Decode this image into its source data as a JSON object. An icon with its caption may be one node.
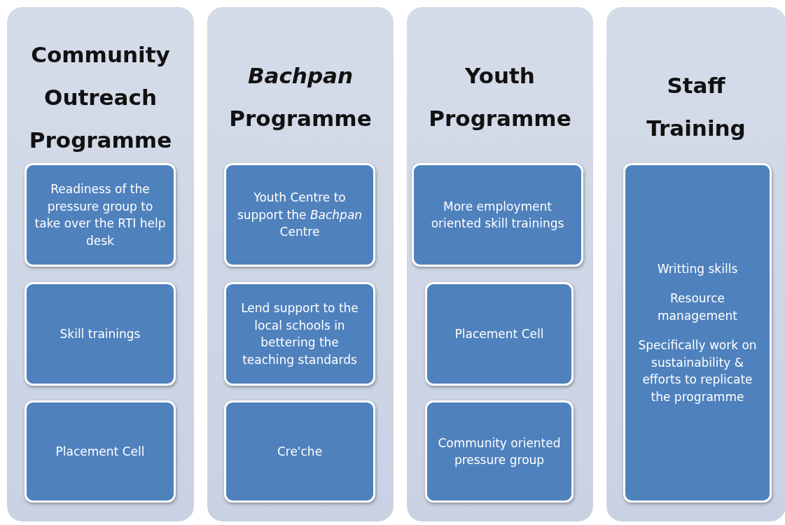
{
  "diagram": {
    "nodes": [
      {
        "text": [
          "Community Outreach Programme"
        ]
      },
      {
        "text": [
          "Readiness of the pressure group to take over the RTI help desk"
        ],
        "in": 0
      },
      {
        "text": [
          "Skill trainings"
        ],
        "in": 0
      },
      {
        "text": [
          "Placement Cell"
        ],
        "in": 0
      },
      {
        "text": [
          "*Bachpan* Programme"
        ]
      },
      {
        "text": [
          "Youth Centre to support the *Bachpan* Centre"
        ],
        "in": 4
      },
      {
        "text": [
          "Lend support to the local schools in bettering the teaching standards"
        ],
        "in": 4
      },
      {
        "text": [
          "Cre'che"
        ],
        "in": 4
      },
      {
        "text": [
          "Youth Programme"
        ]
      },
      {
        "text": [
          "More employment oriented skill trainings"
        ],
        "in": 8
      },
      {
        "text": [
          "Placement Cell"
        ],
        "in": 8
      },
      {
        "text": [
          "Community oriented pressure group"
        ],
        "in": 8
      },
      {
        "text": [
          "Staff Training"
        ]
      },
      {
        "text": [
          "Writting skills",
          "Resource management",
          "Specifically work on sustainability & efforts to replicate the programme"
        ],
        "in": 12
      }
    ],
    "edges": []
  }
}
